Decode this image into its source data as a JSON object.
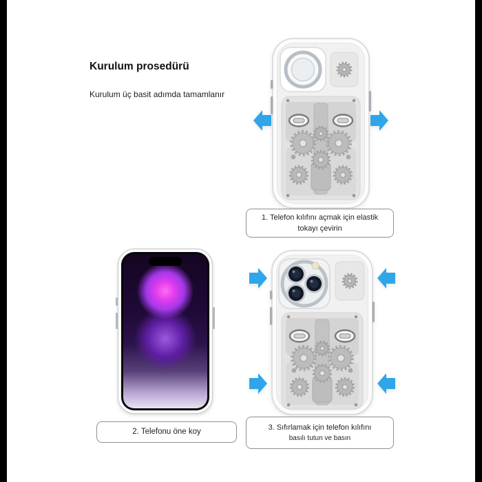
{
  "page": {
    "heading": "Kurulum prosedürü",
    "subheading": "Kurulum üç basit adımda tamamlanır"
  },
  "steps": {
    "step1": {
      "line1": "1. Telefon kılıfını açmak için elastik",
      "line2": "tokayı çevirin"
    },
    "step2": {
      "line1": "2. Telefonu öne koy"
    },
    "step3": {
      "line1": "3. Sıfırlamak için telefon kılıfını",
      "line2": "basılı tutun ve basın"
    }
  },
  "colors": {
    "arrow": "#2EA6E9"
  }
}
